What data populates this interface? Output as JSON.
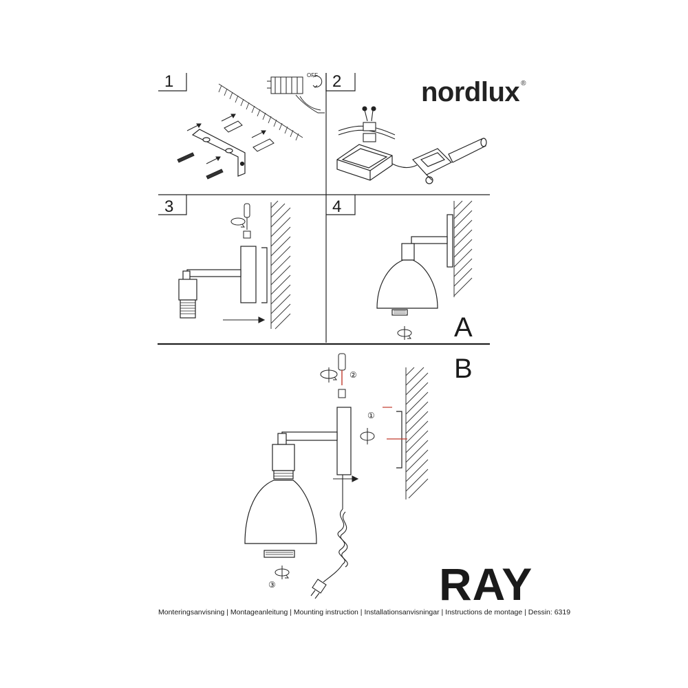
{
  "brand": {
    "name": "nordlux",
    "registered_mark": "®"
  },
  "steps": [
    {
      "number": "1"
    },
    {
      "number": "2"
    },
    {
      "number": "3"
    },
    {
      "number": "4"
    }
  ],
  "step1": {
    "switch_label": "OFF"
  },
  "variants": {
    "a": "A",
    "b": "B"
  },
  "substeps": {
    "one": "①",
    "two": "②",
    "three": "③"
  },
  "product": {
    "name": "RAY"
  },
  "footer": {
    "text": "Monteringsanvisning | Montageanleitung | Mounting instruction | Installationsanvisningar | Instructions de montage | Dessin: 6319"
  },
  "icons": {
    "step1": [
      "wall-hatch-icon",
      "terminal-block-icon",
      "hand-switch-off-icon",
      "wall-bracket-icon",
      "wall-plug-icon",
      "screw-icon"
    ],
    "step2": [
      "wire-connector-icon",
      "junction-box-icon",
      "lamp-socket-icon"
    ],
    "step3": [
      "screwdriver-icon",
      "rotate-icon",
      "wall-hatch-icon",
      "lamp-arm-icon",
      "arrow-right-icon"
    ],
    "step4": [
      "lamp-assembly-icon",
      "rotate-icon",
      "wall-hatch-icon"
    ],
    "stepB": [
      "screwdriver-icon",
      "rotate-icon",
      "wall-hatch-icon",
      "lamp-assembly-icon",
      "power-cord-icon",
      "plug-icon"
    ]
  }
}
